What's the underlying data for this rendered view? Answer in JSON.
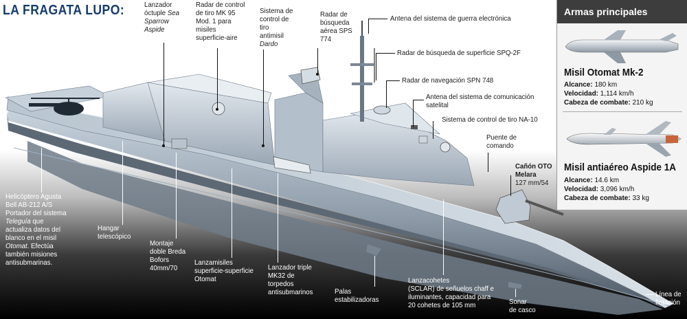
{
  "title": "LA FRAGATA LUPO:",
  "labels": {
    "lanzador_octuple": [
      "Lanzador",
      "óctuple ",
      "Sea",
      "Sparrow",
      "Aspide"
    ],
    "radar_mk95": [
      "Radar de control",
      "de tiro MK 95",
      "Mod. 1 para",
      "misiles",
      "superficie-aire"
    ],
    "sistema_dardo": [
      "Sistema de",
      "control de",
      "tiro",
      "antimisil",
      "Dardo"
    ],
    "radar_sps774": [
      "Radar de",
      "búsqueda",
      "aérea SPS",
      "774"
    ],
    "antena_guerra": "Antena del sistema de guerra electrónica",
    "radar_spq2f": "Radar de búsqueda de superficie SPQ-2F",
    "radar_spn748": "Radar de navegación SPN 748",
    "antena_satelital": [
      "Antena del sistema de comunicación",
      "satelital"
    ],
    "control_na10": "Sistema de control de tiro NA-10",
    "puente": [
      "Puente de",
      "comando"
    ],
    "canon": [
      "Cañón OTO",
      "Melara",
      "127 mm/54"
    ],
    "helicoptero": [
      "Helicóptero Agusta",
      "Bell AB-212 A/S",
      "Portador del sistema",
      "Teleguía",
      " que",
      "actualiza datos del",
      "blanco en el misil",
      "Otomat",
      ". Efectúa",
      "también misiones",
      "antisubmarinas."
    ],
    "hangar": [
      "Hangar",
      "telescópico"
    ],
    "montaje": [
      "Montaje",
      "doble Breda",
      "Bofors",
      "40mm/70"
    ],
    "lanzamisiles": [
      "Lanzamisiles",
      "superficie-superficie",
      "Otomat"
    ],
    "lanzador_triple": [
      "Lanzador triple",
      "MK32 de",
      "torpedos",
      "antisubmarinos"
    ],
    "palas": [
      "Palas",
      "estabilizadoras"
    ],
    "lanzacohetes": [
      "Lanzacohetes",
      "(SCLAR) de señuelos chaff e",
      "iluminantes, capacidad para",
      "20 cohetes de 105 mm"
    ],
    "sonar": [
      "Sonar",
      "de casco"
    ],
    "linea": [
      "Línea de",
      "flotación"
    ]
  },
  "panel": {
    "heading": "Armas principales",
    "missiles": [
      {
        "name": "Misil Otomat Mk-2",
        "specs": [
          {
            "label": "Alcance:",
            "value": " 180 km"
          },
          {
            "label": "Velocidad:",
            "value": " 1,114 km/h"
          },
          {
            "label": "Cabeza de combate:",
            "value": " 210 kg"
          }
        ]
      },
      {
        "name": "Misil antiaéreo Aspide 1A",
        "specs": [
          {
            "label": "Alcance:",
            "value": " 14.6 km"
          },
          {
            "label": "Velocidad:",
            "value": " 3,096 km/h"
          },
          {
            "label": "Cabeza de combate:",
            "value": " 33 kg"
          }
        ]
      }
    ]
  }
}
